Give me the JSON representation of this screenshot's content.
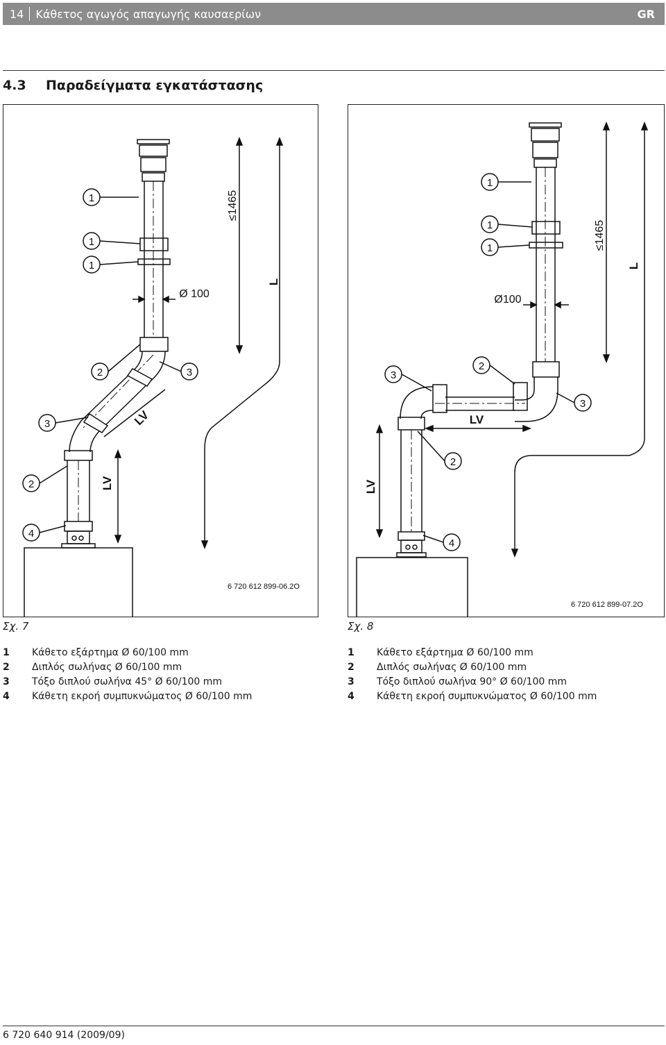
{
  "header": {
    "page_number": "14",
    "title": "Κάθετος αγωγός απαγωγής καυσαερίων",
    "lang": "GR"
  },
  "section": {
    "number": "4.3",
    "title": "Παραδείγματα εγκατάστασης"
  },
  "fig7": {
    "caption": "Σχ. 7",
    "code": "6 720 612 899-06.2O",
    "dimension_max": "≤1465",
    "diameter": "Ø 100",
    "length_label": "L",
    "lv_label": "LV",
    "callouts": [
      "1",
      "1",
      "1",
      "2",
      "3",
      "3",
      "2",
      "4"
    ],
    "legend": [
      {
        "n": "1",
        "text": "Κάθετο εξάρτημα Ø 60/100 mm"
      },
      {
        "n": "2",
        "text": "Διπλός σωλήνας Ø 60/100 mm"
      },
      {
        "n": "3",
        "text": "Τόξο διπλού σωλήνα 45° Ø  60/100 mm"
      },
      {
        "n": "4",
        "text": "Κάθετη εκροή συμπυκνώματος Ø 60/100 mm"
      }
    ]
  },
  "fig8": {
    "caption": "Σχ. 8",
    "code": "6 720 612 899-07.2O",
    "dimension_max": "≤1465",
    "diameter": "Ø100",
    "length_label": "L",
    "lv_label": "LV",
    "callouts": [
      "1",
      "1",
      "1",
      "3",
      "2",
      "3",
      "2",
      "4"
    ],
    "legend": [
      {
        "n": "1",
        "text": "Κάθετο εξάρτημα Ø 60/100 mm"
      },
      {
        "n": "2",
        "text": "Διπλός σωλήνας Ø 60/100 mm"
      },
      {
        "n": "3",
        "text": "Τόξο διπλού σωλήνα 90° Ø 60/100 mm"
      },
      {
        "n": "4",
        "text": "Κάθετη εκροή συμπυκνώματος Ø 60/100 mm"
      }
    ]
  },
  "footer": {
    "doc_number": "6 720 640 914 (2009/09)"
  }
}
